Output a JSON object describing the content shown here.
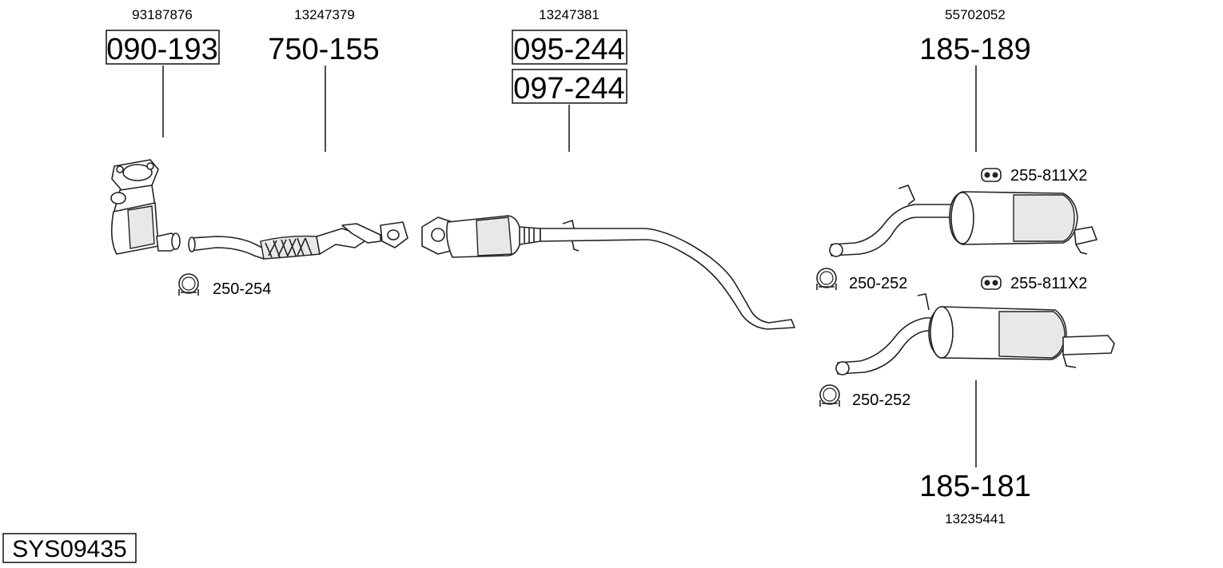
{
  "labels": {
    "oe_093": "93187876",
    "oe_750": "13247379",
    "oe_095": "13247381",
    "oe_185_189": "55702052",
    "oe_185_181": "13235441",
    "part_090": "090-193",
    "part_750": "750-155",
    "part_095": "095-244",
    "part_097": "097-244",
    "part_185_189": "185-189",
    "part_185_181": "185-181",
    "clamp_254": "250-254",
    "clamp_252_a": "250-252",
    "clamp_252_b": "250-252",
    "hanger_a": "255-811X2",
    "hanger_b": "255-811X2",
    "system": "SYS09435"
  },
  "icons": [
    "clamp-icon",
    "rubber-hanger-icon"
  ]
}
